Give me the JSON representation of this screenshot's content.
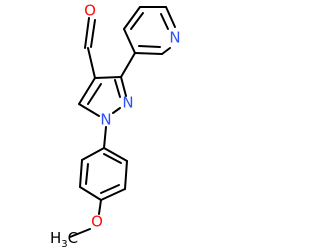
{
  "molecule": {
    "atoms": {
      "aldehyde_O": {
        "symbol": "O",
        "color": "#ff0d0d"
      },
      "pyridine_N": {
        "symbol": "N",
        "color": "#3050f8"
      },
      "pyrazole_N2": {
        "symbol": "N",
        "color": "#3050f8"
      },
      "pyrazole_N1": {
        "symbol": "N",
        "color": "#3050f8"
      },
      "ether_O": {
        "symbol": "O",
        "color": "#ff0d0d"
      },
      "methyl": {
        "symbol": "H",
        "subscript": "3",
        "suffix": "C",
        "color": "#000000"
      }
    },
    "bond_color": "#000000"
  }
}
